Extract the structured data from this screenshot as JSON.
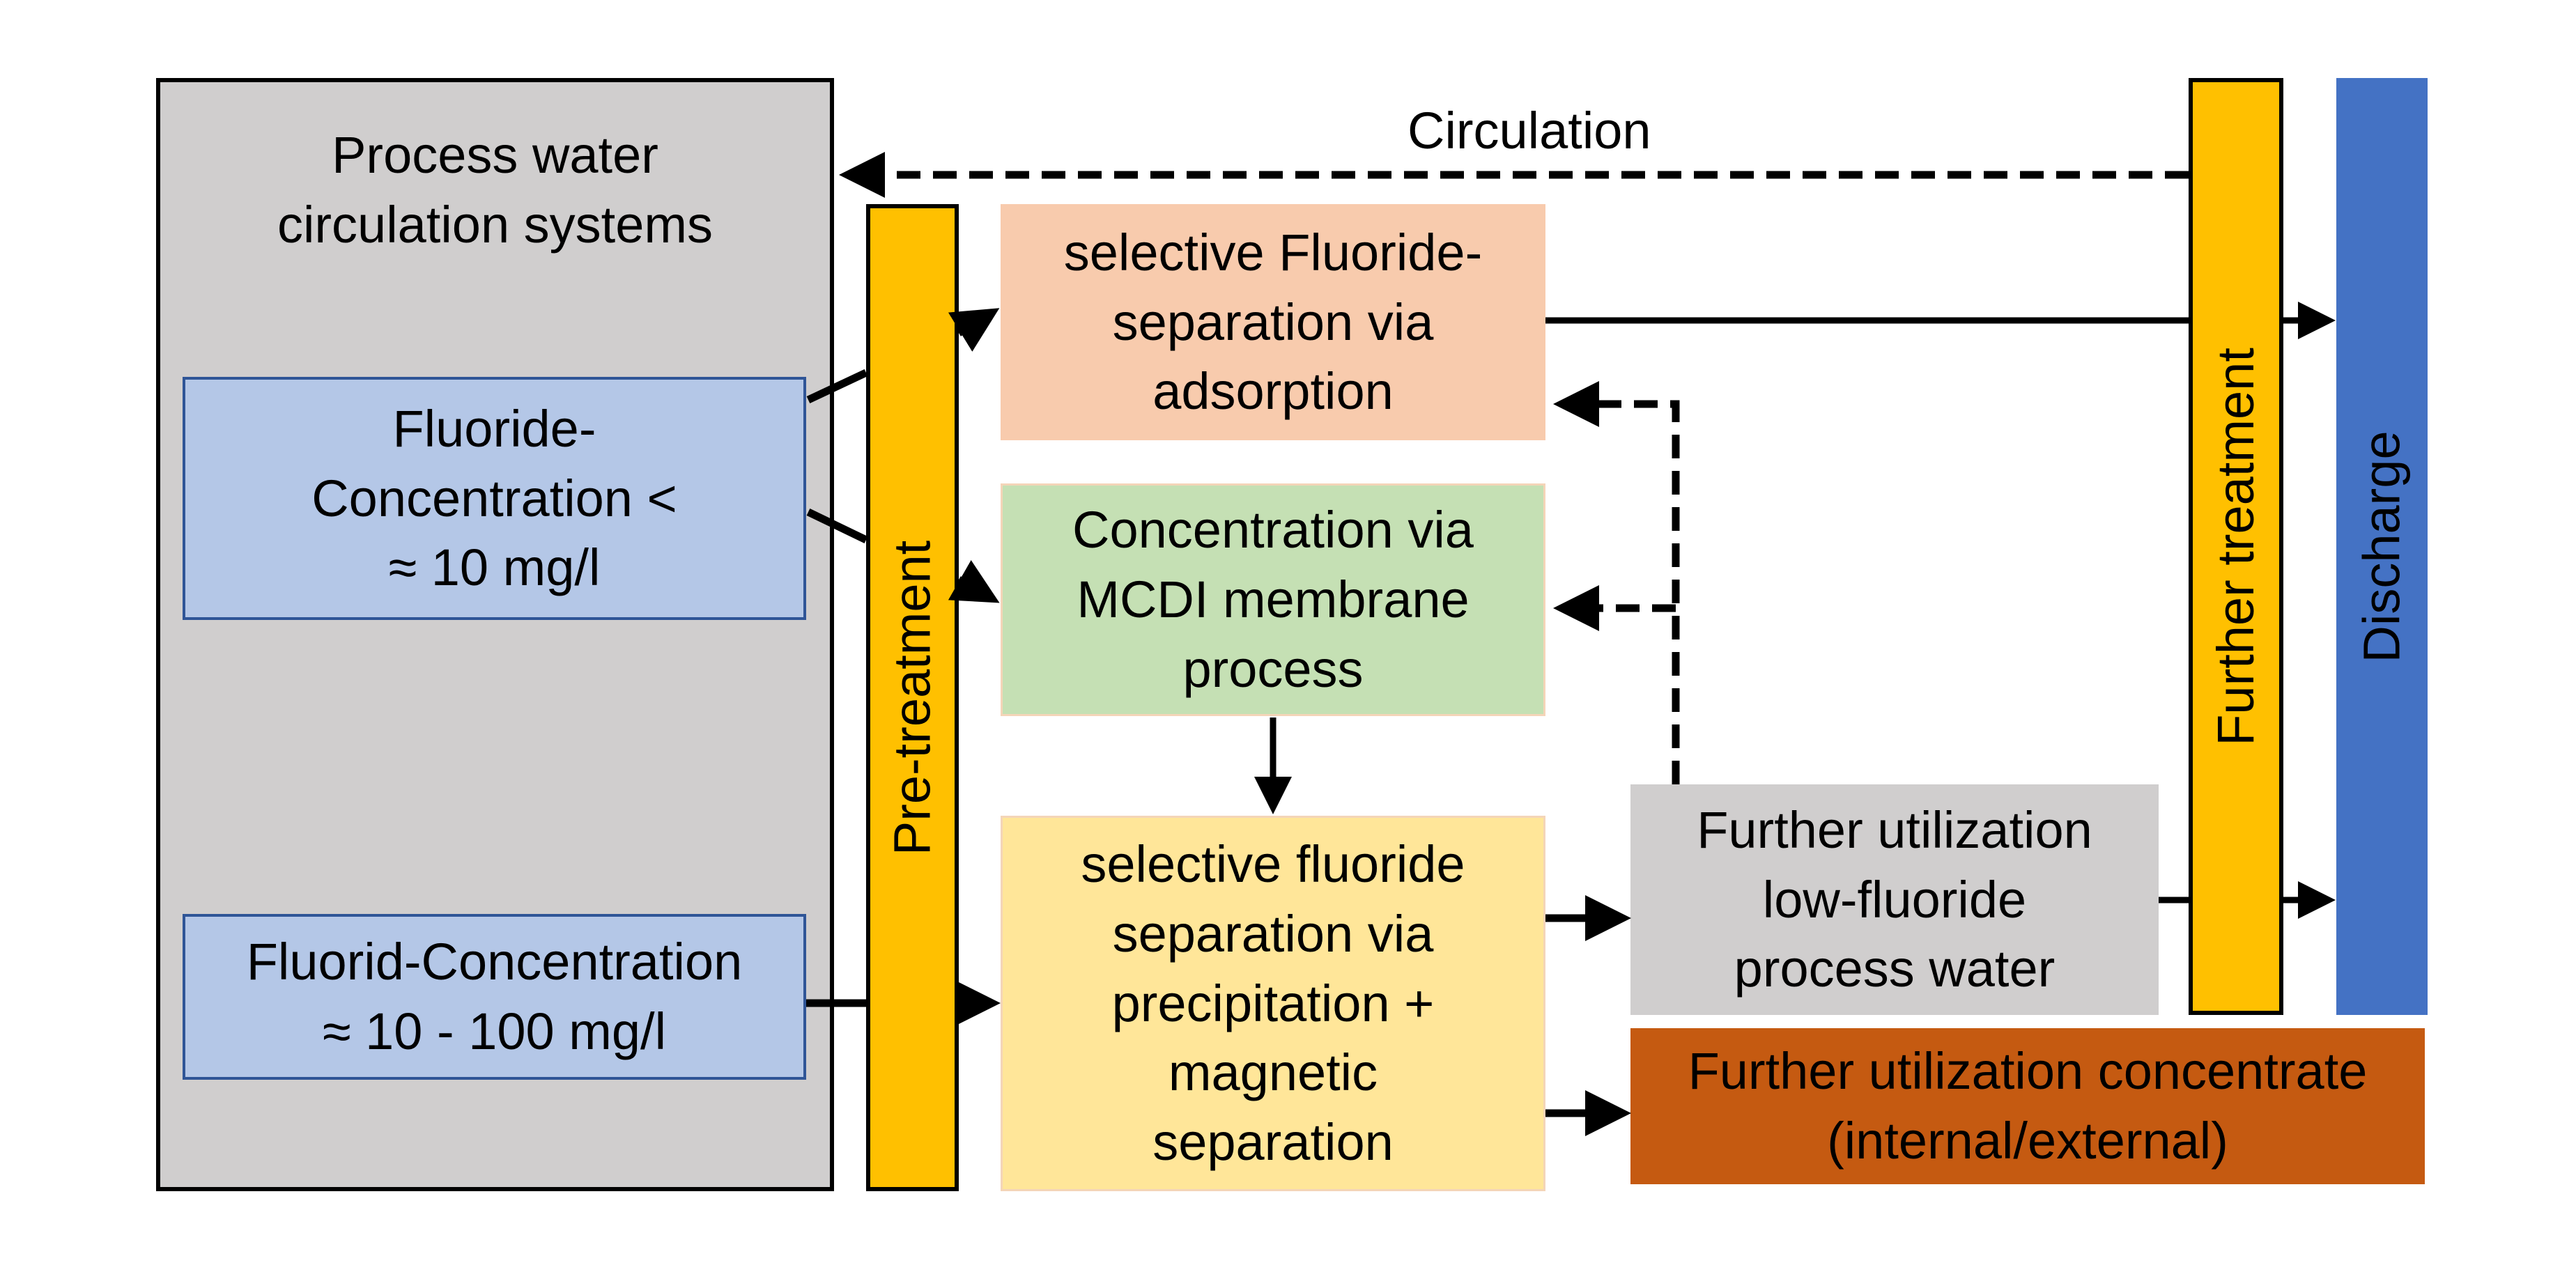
{
  "diagram": {
    "process_system": {
      "label": "Process water\ncirculation systems"
    },
    "inputs": [
      {
        "label": "Fluoride-\nConcentration <\n≈ 10 mg/l"
      },
      {
        "label": "Fluorid-Concentration\n≈ 10 - 100 mg/l"
      }
    ],
    "pretreatment": {
      "label": "Pre-treatment"
    },
    "processes": {
      "adsorption": {
        "label": "selective Fluoride-\nseparation via\nadsorption"
      },
      "mcdi": {
        "label": "Concentration via\nMCDI membrane\nprocess"
      },
      "precipitation": {
        "label": "selective fluoride\nseparation via\nprecipitation +\nmagnetic\nseparation"
      }
    },
    "outputs": {
      "low_fluoride": {
        "label": "Further utilization\nlow-fluoride\nprocess water"
      },
      "concentrate": {
        "label": "Further utilization concentrate\n(internal/external)"
      }
    },
    "further_treatment": {
      "label": "Further treatment"
    },
    "discharge": {
      "label": "Discharge"
    },
    "circulation": {
      "label": "Circulation"
    },
    "colors": {
      "process_gray": "#d0cece",
      "input_blue": "#b4c7e7",
      "bar_yellow": "#ffc000",
      "discharge_blue": "#4472c4",
      "adsorption_peach": "#f8cbad",
      "mcdi_green": "#c5e0b4",
      "precip_yellow": "#ffe699",
      "concentrate_orange": "#c55a11"
    }
  }
}
